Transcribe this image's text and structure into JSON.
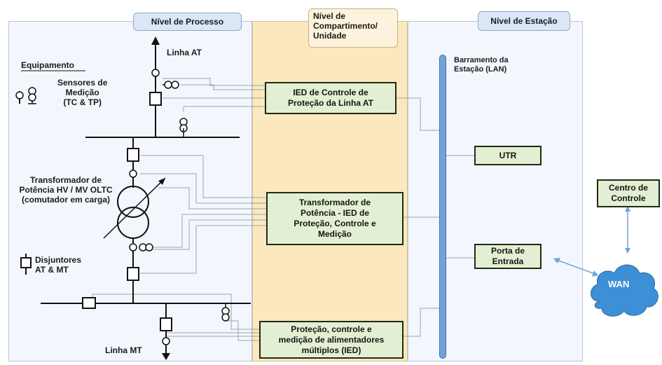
{
  "headers": {
    "process": "Nível de Processo",
    "compartment": "Nível de\nCompartimento/\nUnidade",
    "station": "Nível de Estação"
  },
  "labels": {
    "equipment": "Equipamento",
    "sensors": "Sensores de\nMedição\n(TC & TP)",
    "line_at": "Linha AT",
    "transformer": "Transformador de\nPotência HV / MV OLTC\n(comutador em carga)",
    "breakers": "Disjuntores\nAT & MT",
    "line_mt": "Linha MT",
    "station_bus": "Barramento da\nEstação (LAN)"
  },
  "boxes": {
    "ied_line": "IED de Controle de\nProteção da Linha AT",
    "ied_transformer": "Transformador de\nPotência - IED de\nProteção, Controle e\nMedição",
    "ied_feeders": "Proteção, controle e\nmedição de alimentadores\nmúltiplos (IED)",
    "utr": "UTR",
    "gateway": "Porta de\nEntrada",
    "control_center": "Centro de\nControle",
    "wan": "WAN"
  },
  "colors": {
    "process_bg": "#f3f7fd",
    "compartment_bg": "#fbe8bf",
    "green_box": "#e2efd2",
    "lan_bus": "#6fa4d8",
    "wan_cloud": "#3d8fd6"
  }
}
